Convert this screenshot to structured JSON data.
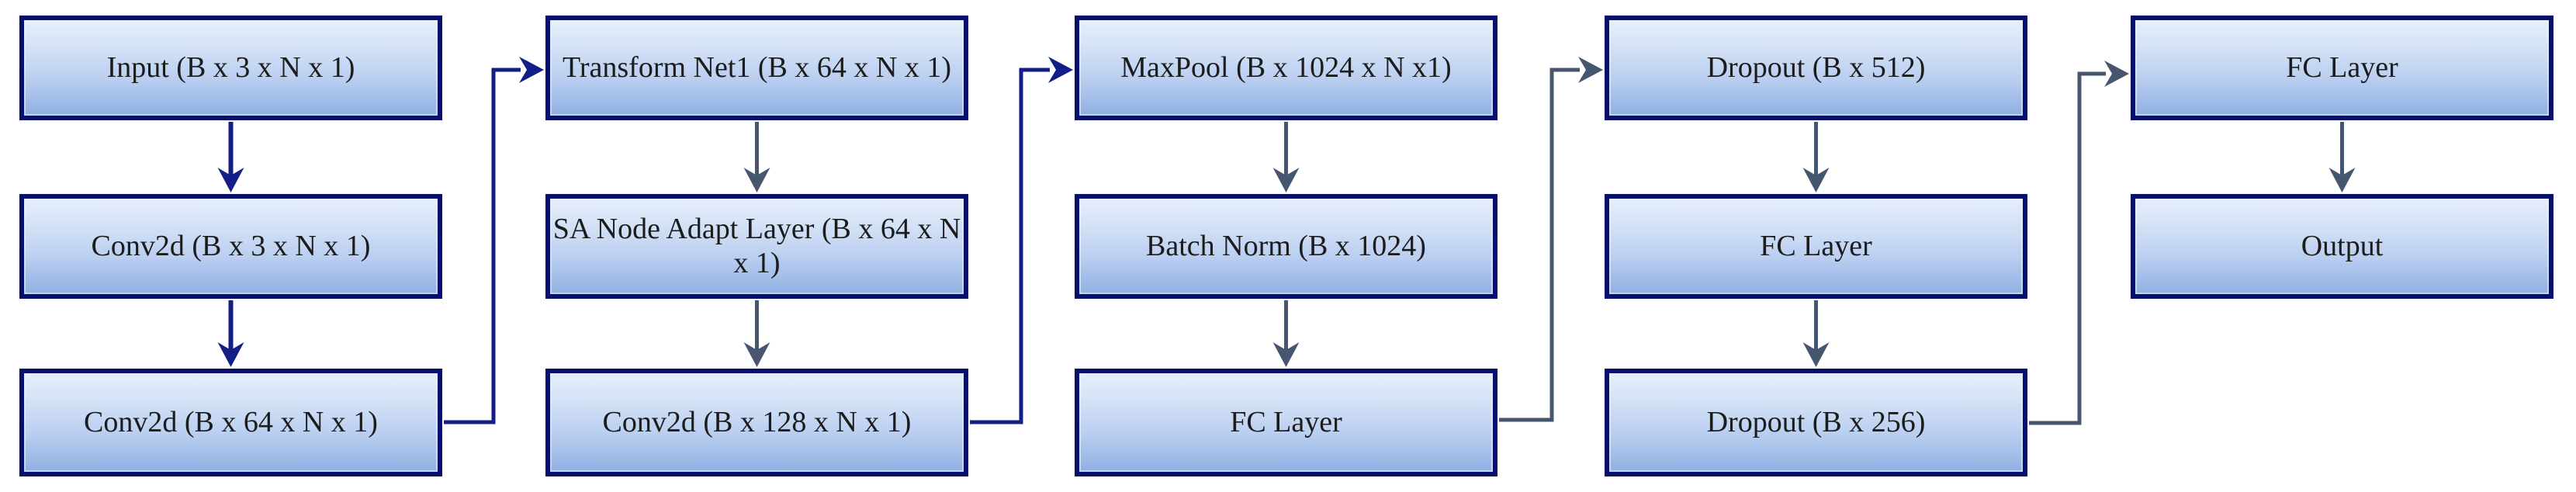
{
  "diagram": {
    "columns": [
      {
        "boxes": [
          {
            "label": "Input (B x 3 x N x 1)"
          },
          {
            "label": "Conv2d (B x 3 x N x 1)"
          },
          {
            "label": "Conv2d (B x 64 x N x 1)"
          }
        ]
      },
      {
        "boxes": [
          {
            "label": "Transform Net1 (B x 64 x N x 1)"
          },
          {
            "label": "SA Node Adapt Layer (B x 64 x N x 1)"
          },
          {
            "label": "Conv2d (B x 128 x N x 1)"
          }
        ]
      },
      {
        "boxes": [
          {
            "label": "MaxPool (B x 1024 x N x1)"
          },
          {
            "label": "Batch Norm (B x 1024)"
          },
          {
            "label": "FC Layer"
          }
        ]
      },
      {
        "boxes": [
          {
            "label": "Dropout (B x 512)"
          },
          {
            "label": "FC Layer"
          },
          {
            "label": "Dropout (B x 256)"
          }
        ]
      },
      {
        "boxes": [
          {
            "label": "FC Layer"
          },
          {
            "label": "Output"
          }
        ]
      }
    ],
    "colors": {
      "box_border": "#060e70",
      "box_fill_top": "#e6eefb",
      "box_fill_bottom": "#8fb0e2",
      "arrow_navy": "#141e87",
      "arrow_steel": "#45566e",
      "text": "#1c1c1c"
    }
  }
}
